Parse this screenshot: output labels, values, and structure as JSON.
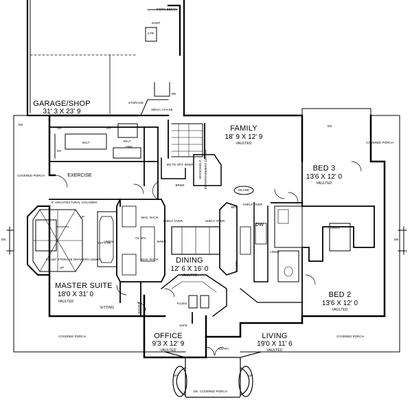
{
  "rooms": {
    "garage": {
      "name": "GARAGE/SHOP",
      "dim": "31' 3 X 23' 9"
    },
    "family": {
      "name": "FAMILY",
      "dim": "18' 9 X 12' 9",
      "note": "VAULTED"
    },
    "bed3": {
      "name": "BED 3",
      "dim": "13'6 X 12' 0",
      "note": "VAULTED"
    },
    "bed2": {
      "name": "BED 2",
      "dim": "13'6 X 12' 0",
      "note": "VAULTED"
    },
    "dining": {
      "name": "DINING",
      "dim": "12' 6 X 16' 0",
      "note": "VAULTED"
    },
    "master": {
      "name": "MASTER SUITE",
      "dim": "18'0 X 31' 0",
      "note": "VAULTED",
      "sub": "SITTING"
    },
    "office": {
      "name": "OFFICE",
      "dim": "9'3 X 12' 9",
      "note": "VAULTED"
    },
    "living": {
      "name": "LIVING",
      "dim": "19'0 X 11' 6",
      "note": "VAULTED"
    },
    "exercise": {
      "name": "EXERCISE"
    }
  },
  "labels": {
    "work_bench": "WORK BENCH",
    "shop": "SHOP",
    "ctr": "CTR.",
    "dn": "DN",
    "storage": "STORAGE",
    "mech_chase": "MECH. CHASE",
    "sh": "SH",
    "sklt": "SKLT",
    "sink": "SINK",
    "dn_to_opt_bsmt": "DN TO OPT. BSMT",
    "brms": "BRMS",
    "entertainment_center": "ENTERTAINMENT CENTER",
    "bookshelf": "BOOKSHELF",
    "island": "ISLAND",
    "mo": "MO",
    "shelf_over": "SHELF OVER",
    "dw": "DW",
    "linen": "LINEN",
    "covered_porch": "COVERED PORCH",
    "architectural_columns": "6\" ARCHITECTURAL COLUMNS",
    "up": "UP",
    "storage_drawers": "42\"x48\" STORAGE DRAWERS UNDER",
    "ent_ctr": "ENT CTR.",
    "ol_spa": "OL SPA",
    "mag_rack": "MAG. RACK",
    "shwr": "SHWR",
    "pantry": "PANTRY",
    "flues": "FLUES",
    "safe": "SAFE",
    "books": "BOOKS",
    "entry": "ENTRY"
  },
  "colors": {
    "line": "#000000",
    "background": "#ffffff"
  }
}
